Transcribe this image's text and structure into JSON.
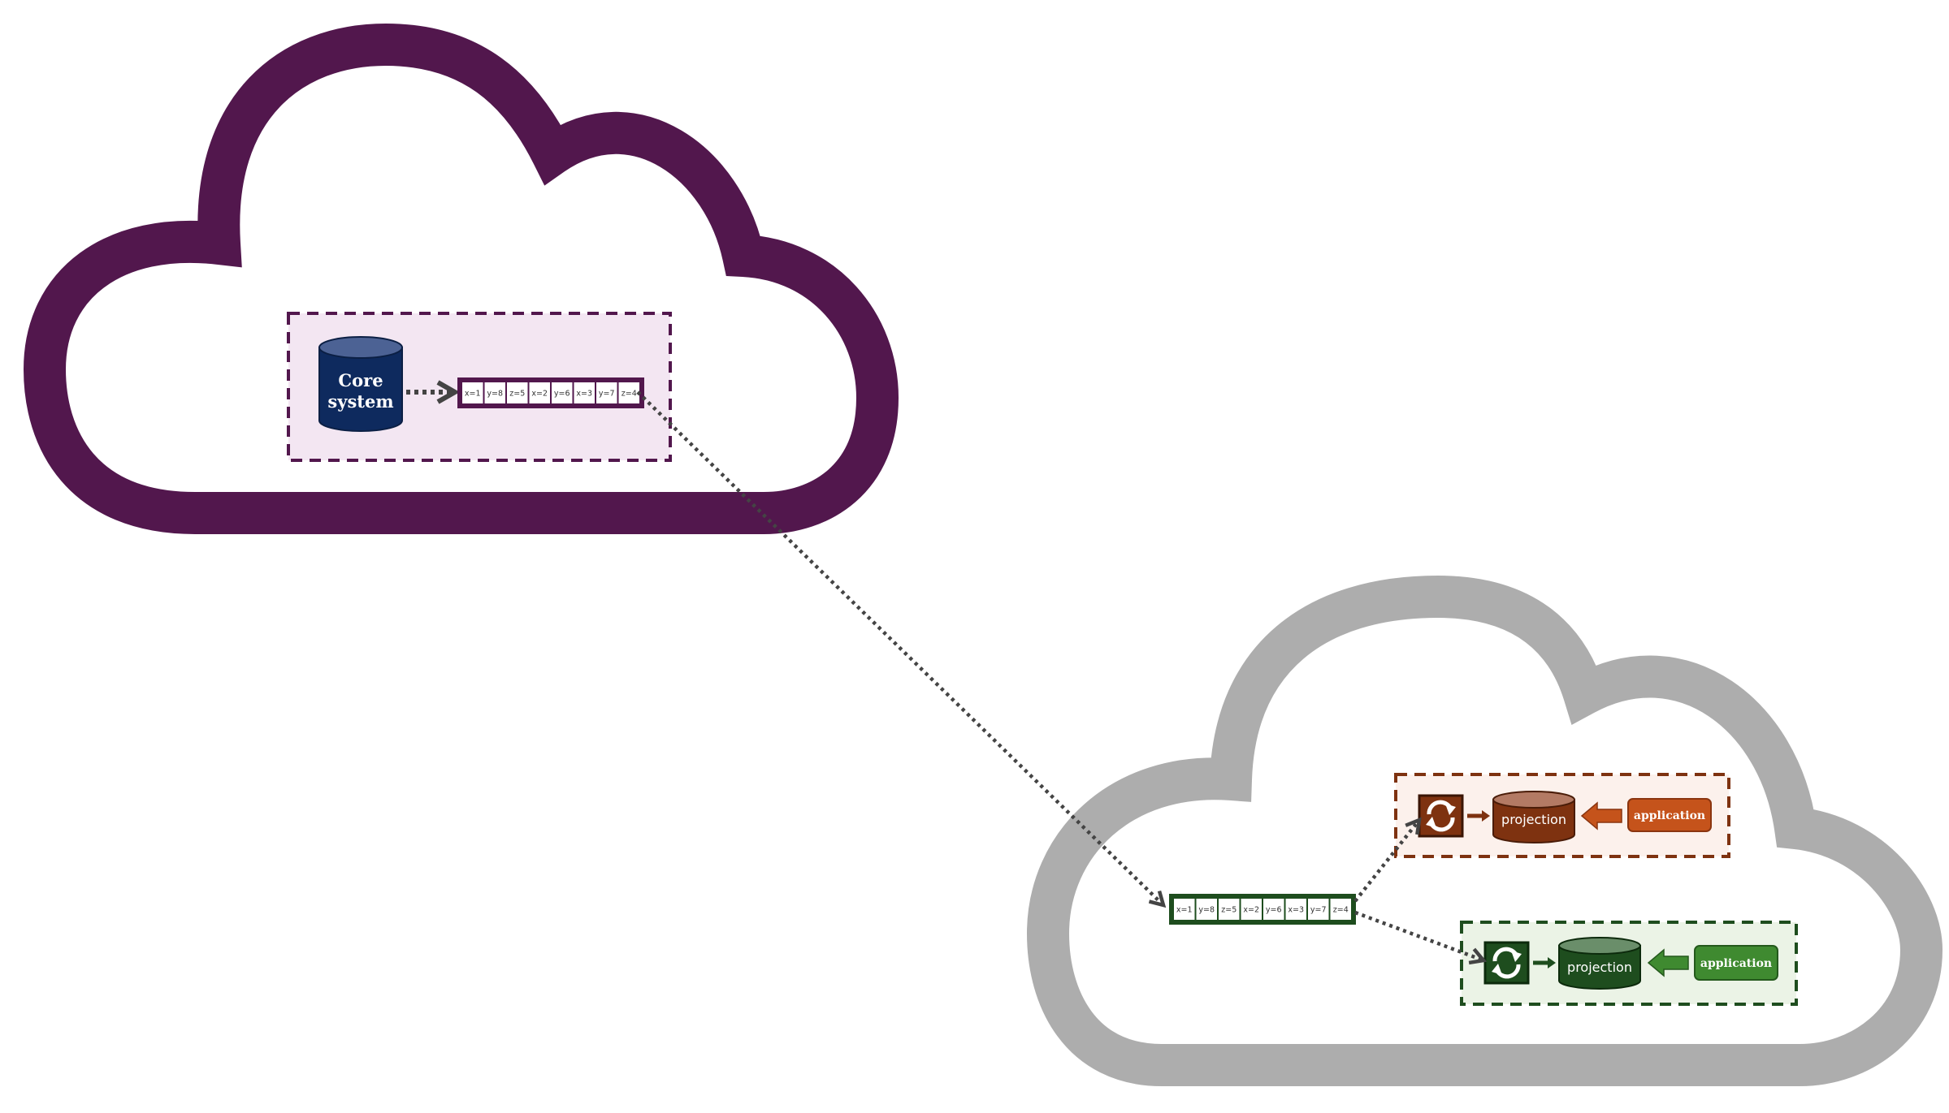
{
  "core_system": {
    "label_line1": "Core",
    "label_line2": "system"
  },
  "event_log": [
    "x=1",
    "y=8",
    "z=5",
    "x=2",
    "y=6",
    "x=3",
    "y=7",
    "z=4"
  ],
  "consumers": [
    {
      "projection_label": "projection",
      "application_label": "application",
      "color": "#7e3210"
    },
    {
      "projection_label": "projection",
      "application_label": "application",
      "color": "#1e4d1e"
    }
  ],
  "colors": {
    "source_cloud": "#52174d",
    "target_cloud": "#adadad",
    "core_db": "#0e2a5e",
    "source_box_fill": "#f3e6f2",
    "orange_box_fill": "#fcf1ec",
    "green_box_fill": "#ebf3e6",
    "orange_app": "#c5531b",
    "green_app": "#3f8a30"
  }
}
